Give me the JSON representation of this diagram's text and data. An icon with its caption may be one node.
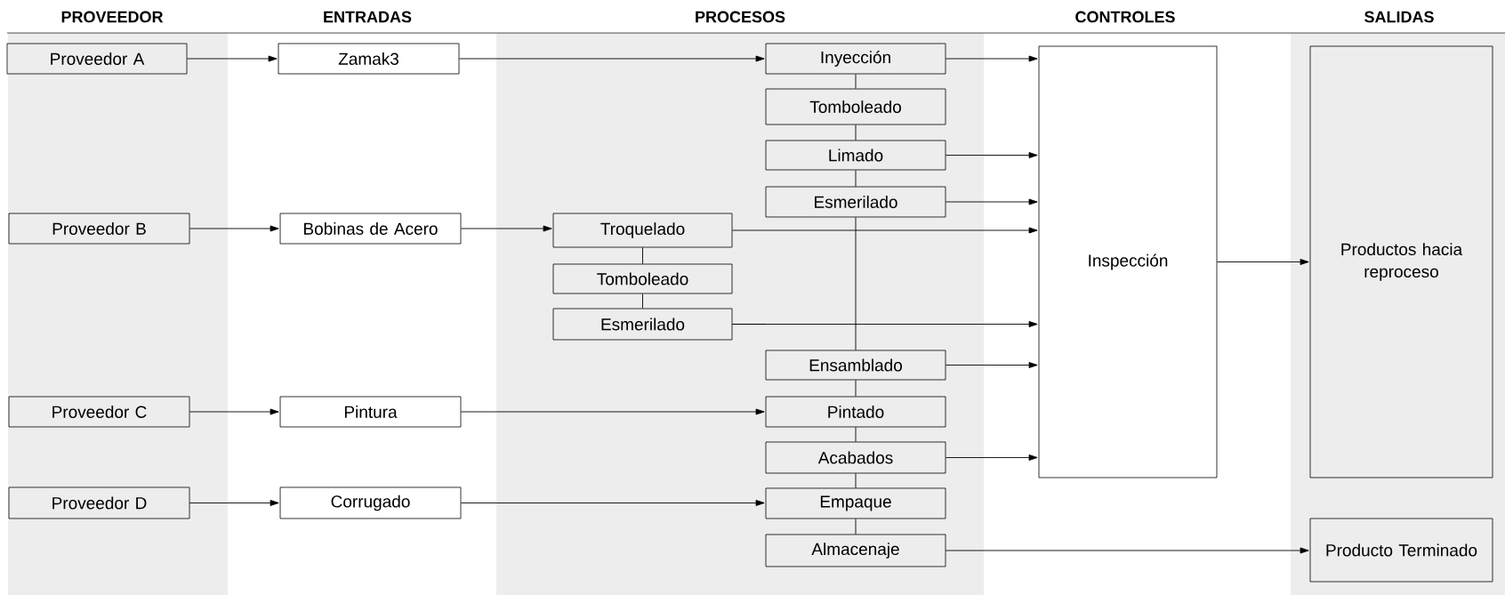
{
  "diagram": {
    "nodes": [
      {
        "text": [
          "Proveedor A"
        ]
      },
      {
        "text": [
          "Zamak3"
        ]
      },
      {
        "text": [
          "Inyección"
        ]
      },
      {
        "text": [
          "Tomboleado"
        ]
      },
      {
        "text": [
          "Limado"
        ]
      },
      {
        "text": [
          "Esmerilado"
        ]
      },
      {
        "text": [
          "Proveedor B"
        ]
      },
      {
        "text": [
          "Bobinas de Acero"
        ]
      },
      {
        "text": [
          "Troquelado"
        ]
      },
      {
        "text": [
          "Tomboleado"
        ]
      },
      {
        "text": [
          "Esmerilado"
        ]
      },
      {
        "text": [
          "Ensamblado"
        ]
      },
      {
        "text": [
          "Inspección"
        ]
      },
      {
        "text": [
          "Productos hacia reproceso"
        ]
      },
      {
        "text": [
          "Proveedor C"
        ]
      },
      {
        "text": [
          "Pintura"
        ]
      },
      {
        "text": [
          "Pintado"
        ]
      },
      {
        "text": [
          "Acabados"
        ]
      },
      {
        "text": [
          "Proveedor D"
        ]
      },
      {
        "text": [
          "Corrugado"
        ]
      },
      {
        "text": [
          "Empaque"
        ]
      },
      {
        "text": [
          "Almacenaje"
        ]
      },
      {
        "text": [
          "Producto Terminado"
        ]
      }
    ],
    "edges": [
      {
        "from": 0,
        "to": 1,
        "arrow": "to"
      },
      {
        "from": 1,
        "to": 2,
        "arrow": "to"
      },
      {
        "from": 2,
        "to": 12,
        "arrow": "to"
      },
      {
        "from": 2,
        "to": 3,
        "arrow": "none"
      },
      {
        "from": 3,
        "to": 4,
        "arrow": "none"
      },
      {
        "from": 4,
        "to": 5,
        "arrow": "none"
      },
      {
        "from": 4,
        "to": 12,
        "arrow": "to"
      },
      {
        "from": 5,
        "to": 12,
        "arrow": "to"
      },
      {
        "from": 5,
        "to": 11,
        "arrow": "none"
      },
      {
        "from": 6,
        "to": 7,
        "arrow": "to"
      },
      {
        "from": 7,
        "to": 8,
        "arrow": "to"
      },
      {
        "from": 8,
        "to": 12,
        "arrow": "to"
      },
      {
        "from": 8,
        "to": 9,
        "arrow": "none"
      },
      {
        "from": 9,
        "to": 10,
        "arrow": "none"
      },
      {
        "from": 10,
        "to": 12,
        "arrow": "to"
      },
      {
        "from": 10,
        "to": 11,
        "arrow": "none"
      },
      {
        "from": 11,
        "to": 12,
        "arrow": "to"
      },
      {
        "from": 11,
        "to": 16,
        "arrow": "none"
      },
      {
        "from": 14,
        "to": 15,
        "arrow": "to"
      },
      {
        "from": 15,
        "to": 16,
        "arrow": "to"
      },
      {
        "from": 16,
        "to": 17,
        "arrow": "none"
      },
      {
        "from": 17,
        "to": 12,
        "arrow": "to"
      },
      {
        "from": 17,
        "to": 20,
        "arrow": "none"
      },
      {
        "from": 18,
        "to": 19,
        "arrow": "to"
      },
      {
        "from": 19,
        "to": 20,
        "arrow": "to"
      },
      {
        "from": 20,
        "to": 21,
        "arrow": "none"
      },
      {
        "from": 21,
        "to": 22,
        "arrow": "to"
      },
      {
        "from": 12,
        "to": 13,
        "arrow": "to"
      }
    ],
    "labels": [
      "PROVEEDOR",
      "ENTRADAS",
      "PROCESOS",
      "CONTROLES",
      "SALIDAS"
    ]
  }
}
